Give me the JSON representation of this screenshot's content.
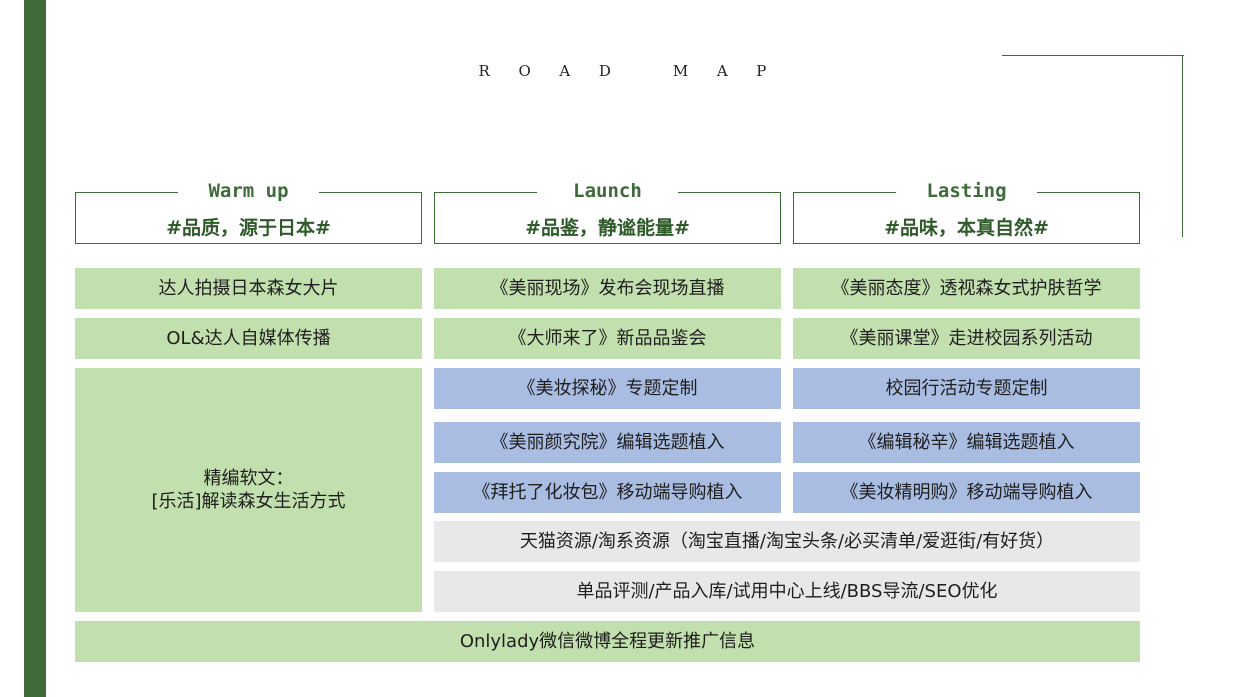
{
  "header": {
    "title_letters": [
      "R",
      "O",
      "A",
      "D",
      "M",
      "A",
      "P"
    ]
  },
  "phases": [
    {
      "name": "Warm up",
      "subtitle": "#品质，源于日本#"
    },
    {
      "name": "Launch",
      "subtitle": "#品鉴，静谧能量#"
    },
    {
      "name": "Lasting",
      "subtitle": "#品味，本真自然#"
    }
  ],
  "cells": {
    "warmup": [
      "达人拍摄日本森女大片",
      "OL&达人自媒体传播",
      "精编软文：",
      "[乐活]解读森女生活方式"
    ],
    "launch": [
      "《美丽现场》发布会现场直播",
      "《大师来了》新品品鉴会",
      "《美妆探秘》专题定制",
      "《美丽颜究院》编辑选题植入",
      "《拜托了化妆包》移动端导购植入"
    ],
    "lasting": [
      "《美丽态度》透视森女式护肤哲学",
      "《美丽课堂》走进校园系列活动",
      "校园行活动专题定制",
      "《编辑秘辛》编辑选题植入",
      "《美妆精明购》移动端导购植入"
    ],
    "shared": [
      "天猫资源/淘系资源（淘宝直播/淘宝头条/必买清单/爱逛街/有好货）",
      "单品评测/产品入库/试用中心上线/BBS导流/SEO优化"
    ],
    "full": "Onlylady微信微博全程更新推广信息"
  },
  "colors": {
    "accent_green": "#3f6b3a",
    "cell_green": "#c2dfae",
    "cell_blue": "#a9bde2",
    "cell_gray": "#e8e8e8"
  }
}
